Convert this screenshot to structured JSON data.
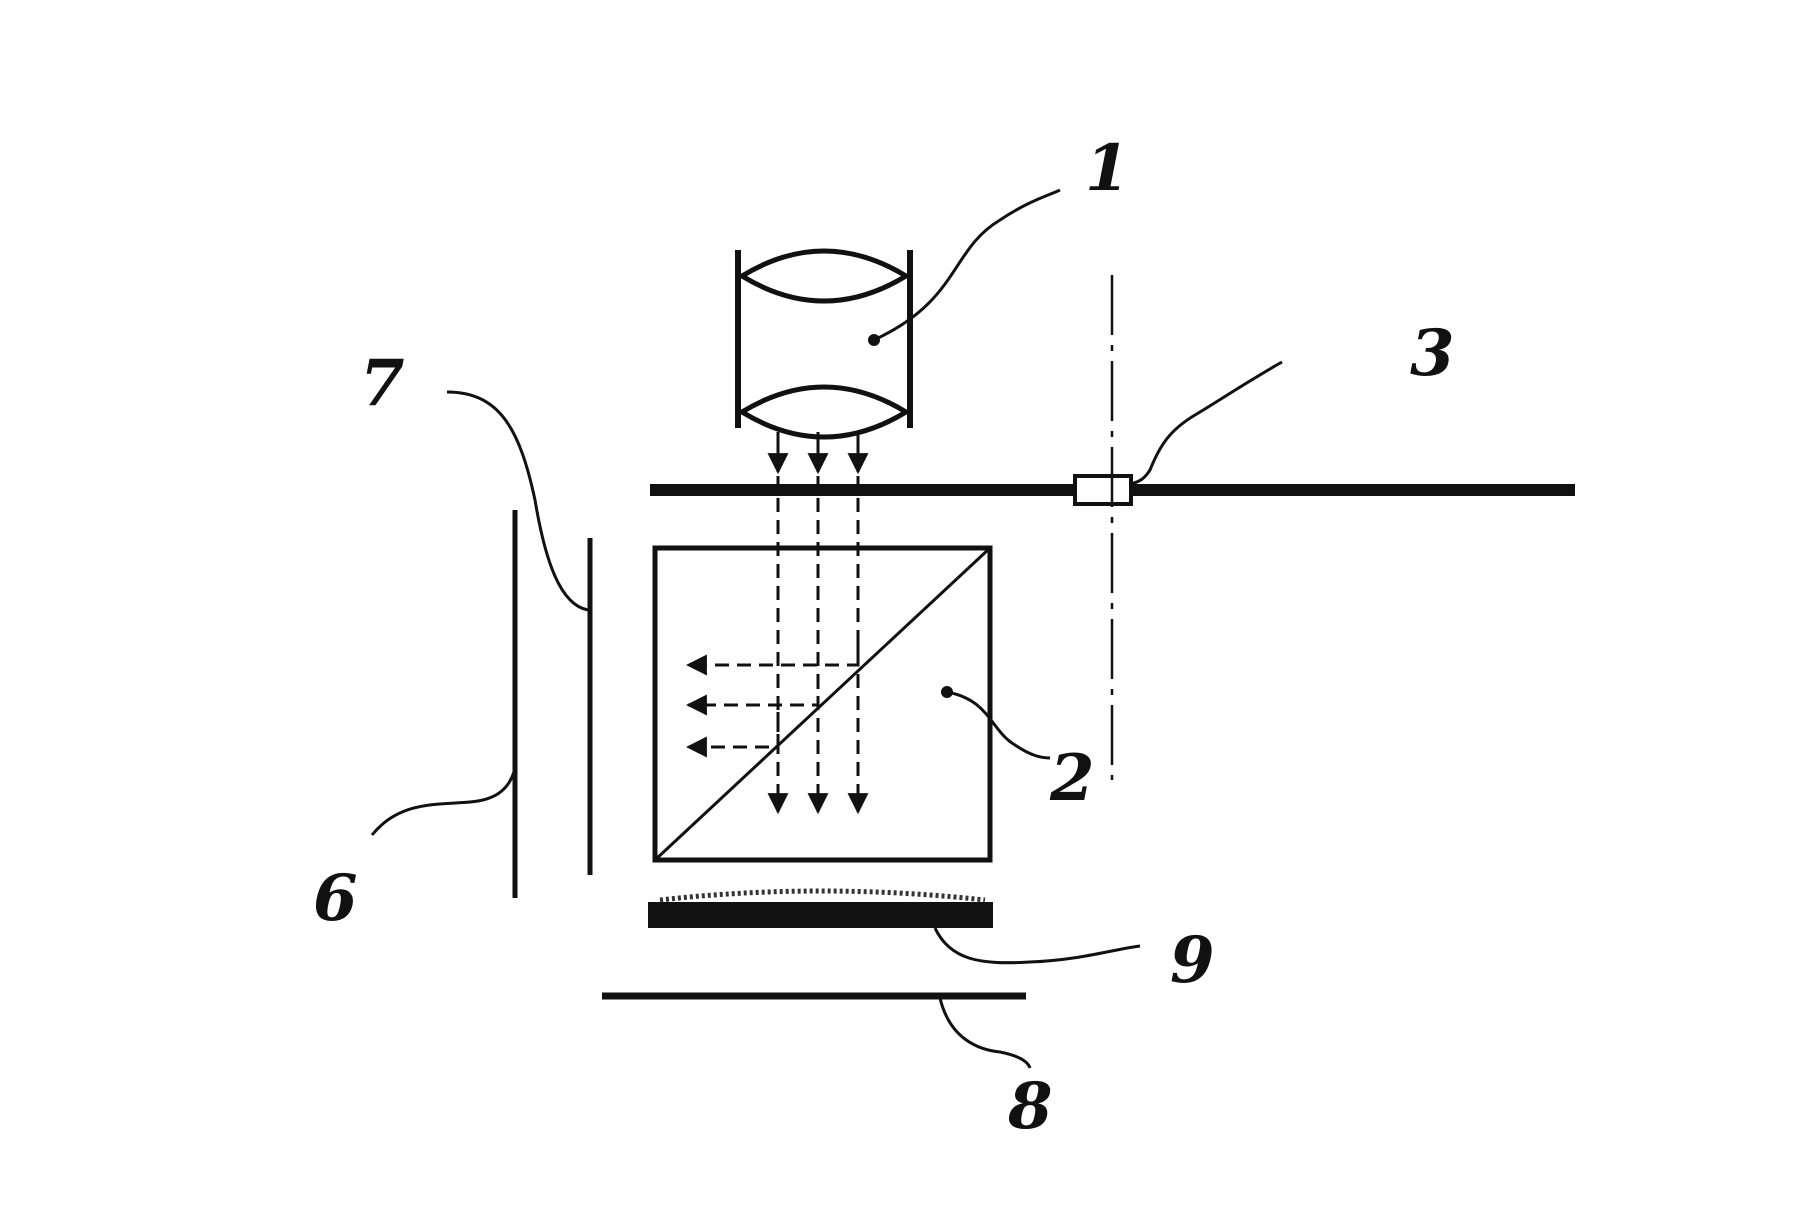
{
  "figure": {
    "labels": {
      "lens": "1",
      "beam_splitter": "2",
      "rail": "3",
      "left_plate": "6",
      "right_plate": "7",
      "bottom_plate": "8",
      "dark_layer": "9"
    }
  },
  "colors": {
    "ink": "#111111",
    "background": "#ffffff"
  }
}
